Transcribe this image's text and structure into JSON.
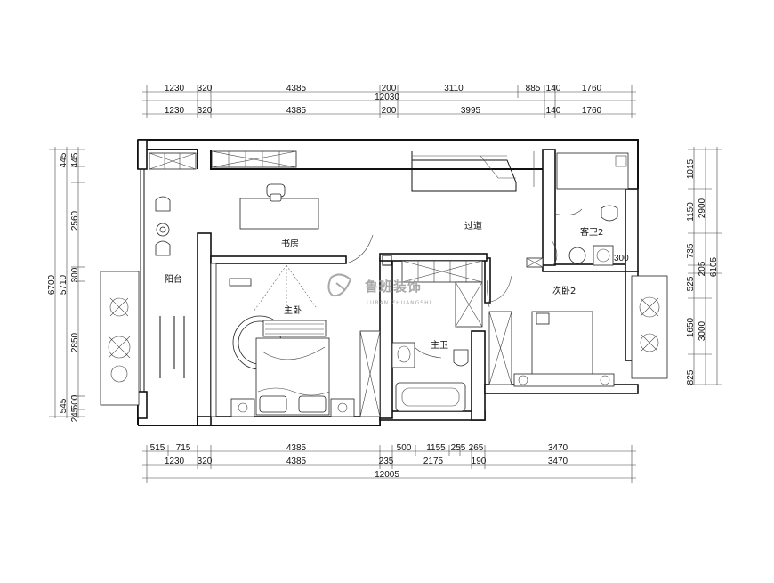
{
  "dims": {
    "top_row1": [
      "1230",
      "320",
      "4385",
      "200",
      "3110",
      "885",
      "140",
      "1760"
    ],
    "top_total": "12030",
    "top_row2": [
      "1230",
      "320",
      "4385",
      "200",
      "3995",
      "140",
      "1760"
    ],
    "bottom_row1": [
      "515",
      "715",
      "4385",
      "500",
      "1155",
      "255",
      "265",
      "3470"
    ],
    "bottom_row2": [
      "1230",
      "320",
      "4385",
      "235",
      "2175",
      "190",
      "3470"
    ],
    "bottom_total": "12005",
    "left_outer": "6700",
    "left_mid": "5710",
    "left_inner": [
      "445",
      "445",
      "2560",
      "300",
      "2850",
      "545",
      "500",
      "245"
    ],
    "right_inner": [
      "1015",
      "1150",
      "735",
      "525",
      "1650",
      "825"
    ],
    "right_mid": [
      "2900",
      "205",
      "3000"
    ],
    "right_outer": "6105",
    "local_300": "300"
  },
  "rooms": {
    "study": "书房",
    "corridor": "过道",
    "guest_bath": "客卫2",
    "balcony": "阳台",
    "master_bed": "主卧",
    "master_bath": "主卫",
    "second_bed": "次卧2"
  },
  "watermark": {
    "brand": "鲁班装饰",
    "sub": "LUBAN ZHUANGSHI"
  }
}
